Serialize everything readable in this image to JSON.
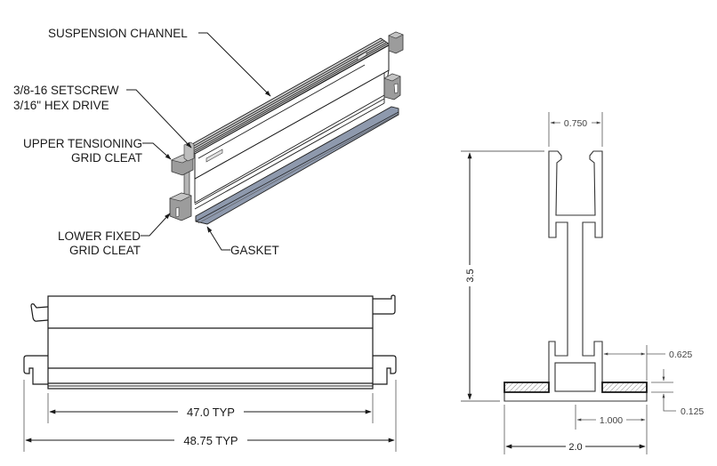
{
  "callouts": {
    "suspension_channel": "SUSPENSION CHANNEL",
    "setscrew": [
      "3/8-16 SETSCREW",
      "3/16\" HEX DRIVE"
    ],
    "upper_cleat": [
      "UPPER TENSIONING",
      "GRID CLEAT"
    ],
    "lower_cleat": [
      "LOWER FIXED",
      "GRID CLEAT"
    ],
    "gasket": "GASKET"
  },
  "elevation_dimensions": {
    "inner_length": "47.0 TYP",
    "overall_length": "48.75 TYP"
  },
  "section_dimensions": {
    "channel_width": "0.750",
    "height": "3.5",
    "gasket_width": "0.625",
    "gasket_thickness": "0.125",
    "half_base": "1.000",
    "base_width": "2.0"
  },
  "colors": {
    "gasket": "#8e99ad",
    "cleat": "#9c9c9c",
    "cleat_top": "#c4c4c4",
    "rail": "#cfcfcf"
  }
}
